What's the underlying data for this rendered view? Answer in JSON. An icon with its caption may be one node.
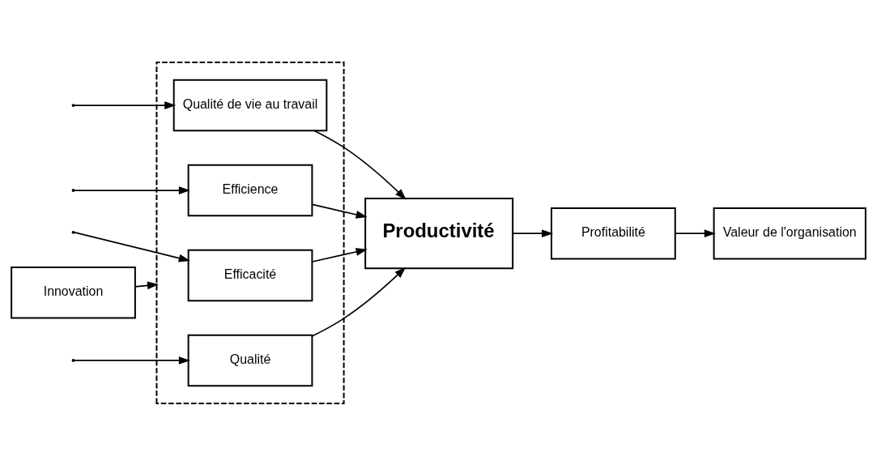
{
  "diagram": {
    "nodes": [
      {
        "text": [],
        "shape": "box"
      },
      {
        "text": [
          "Qualité de vie au travail"
        ],
        "in": 0
      },
      {
        "text": [
          "Efficience"
        ],
        "in": 0
      },
      {
        "text": [
          "Efficacité"
        ],
        "in": 0
      },
      {
        "text": [
          "Qualité"
        ],
        "in": 0
      },
      {
        "text": [
          "Productivité"
        ]
      },
      {
        "text": [
          "Profitabilité"
        ]
      },
      {
        "text": [
          "Valeur de l'organisation"
        ]
      },
      {
        "text": [
          "Innovation"
        ]
      }
    ],
    "edges": [
      {
        "from": null,
        "to": 1,
        "arrow": "to"
      },
      {
        "from": null,
        "to": 2,
        "arrow": "to"
      },
      {
        "from": null,
        "to": 3,
        "arrow": "to"
      },
      {
        "from": null,
        "to": 4,
        "arrow": "to"
      },
      {
        "from": 1,
        "to": 5,
        "arrow": "to"
      },
      {
        "from": 2,
        "to": 5,
        "arrow": "to"
      },
      {
        "from": 3,
        "to": 5,
        "arrow": "to"
      },
      {
        "from": 4,
        "to": 5,
        "arrow": "to"
      },
      {
        "from": 5,
        "to": 6,
        "arrow": "to"
      },
      {
        "from": 6,
        "to": 7,
        "arrow": "to"
      },
      {
        "from": 8,
        "to": 0,
        "arrow": "to"
      }
    ]
  }
}
